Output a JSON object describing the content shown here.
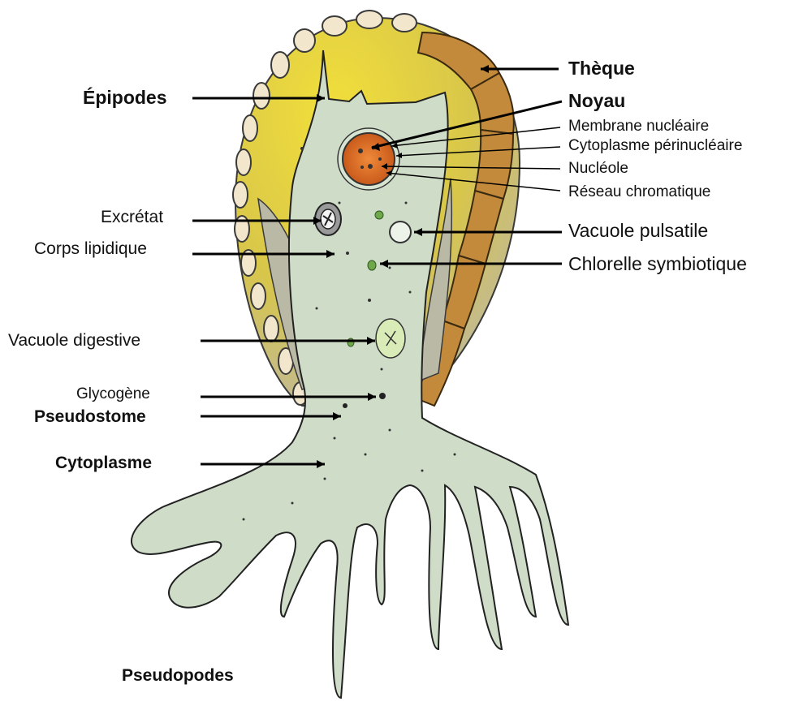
{
  "labels": {
    "theque": "Thèque",
    "epipodes": "Épipodes",
    "noyau": "Noyau",
    "membrane": "Membrane nucléaire",
    "cyto_peri": "Cytoplasme périnucléaire",
    "nucleole": "Nucléole",
    "reseau": "Réseau chromatique",
    "excretat": "Excrétat",
    "vac_puls": "Vacuole pulsatile",
    "corps_lip": "Corps lipidique",
    "chlorelle": "Chlorelle symbiotique",
    "vac_dig": "Vacuole digestive",
    "glycogene": "Glycogène",
    "pseudostome": "Pseudostome",
    "cytoplasme": "Cytoplasme",
    "pseudopodes": "Pseudopodes"
  },
  "colors": {
    "cytoplasm": "#cfdcc8",
    "theca_inner": "#e6c93a",
    "theca_scales": "#c48a3c",
    "nucleus": "#e07a2c",
    "chlorella": "#6fa84a",
    "outline": "#222222"
  }
}
